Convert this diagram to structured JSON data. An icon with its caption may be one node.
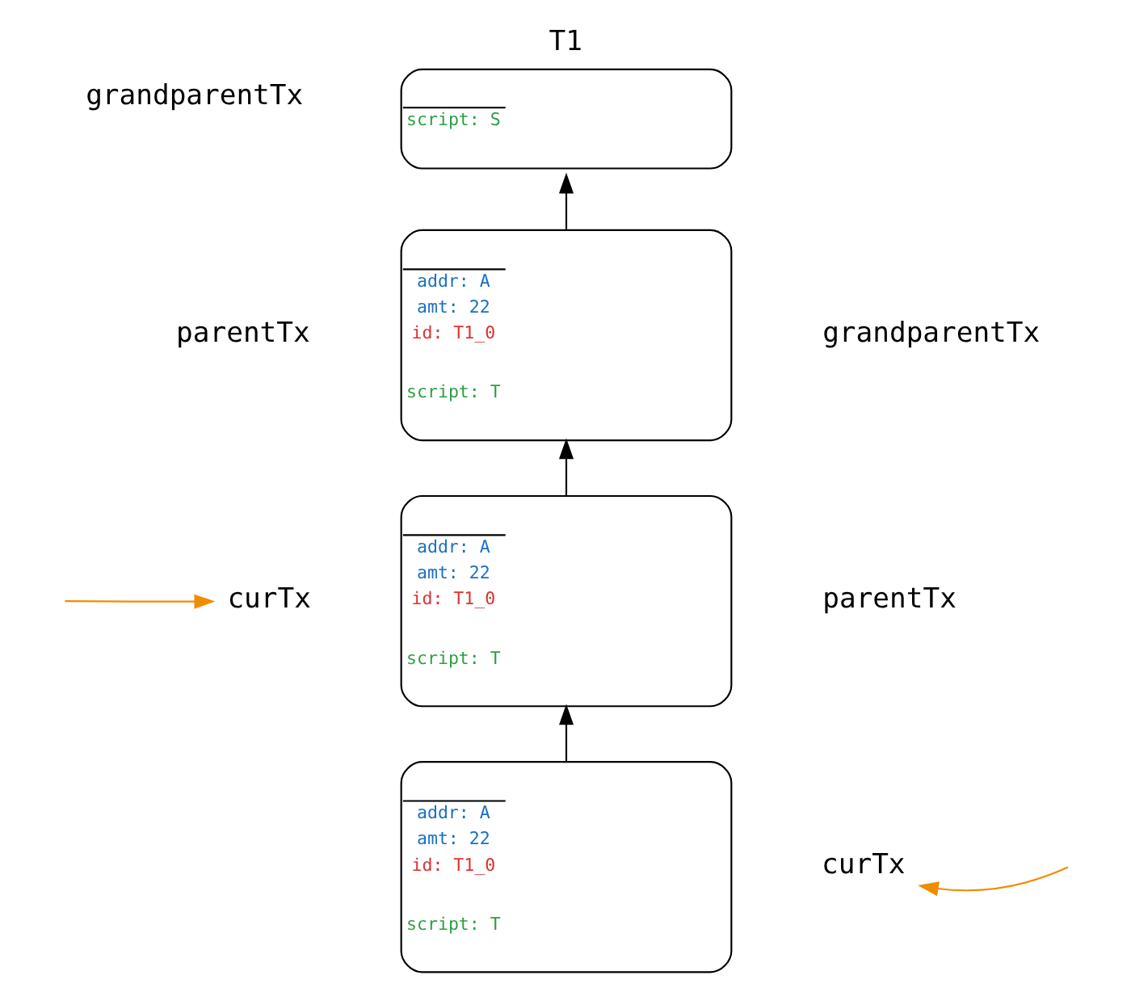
{
  "diagram": {
    "nodes": [
      {
        "text": [
          "T1",
          "script: S"
        ],
        "beside": [
          "grandparentTx"
        ]
      },
      {
        "text": [
          "addr: A",
          "amt: 22",
          "id: T1_0",
          "script: T"
        ],
        "beside": [
          "parentTx",
          "grandparentTx"
        ]
      },
      {
        "text": [
          "curTx"
        ]
      },
      {
        "text": [
          "addr: A",
          "amt: 22",
          "id: T1_0",
          "script: T"
        ],
        "beside": [
          "parentTx"
        ]
      },
      {
        "text": [
          "addr: A",
          "amt: 22",
          "id: T1_0",
          "script: T"
        ]
      },
      {
        "text": [
          "curTx"
        ]
      }
    ],
    "edges": [
      {
        "from": 1,
        "to": 0,
        "arrow": "to"
      },
      {
        "from": 3,
        "to": 1,
        "arrow": "to"
      },
      {
        "from": 4,
        "to": 3,
        "arrow": "to"
      },
      {
        "from": null,
        "to": 2,
        "arrow": "to",
        "color": "#f08c00"
      },
      {
        "from": null,
        "to": 5,
        "arrow": "to",
        "color": "#f08c00"
      }
    ]
  }
}
